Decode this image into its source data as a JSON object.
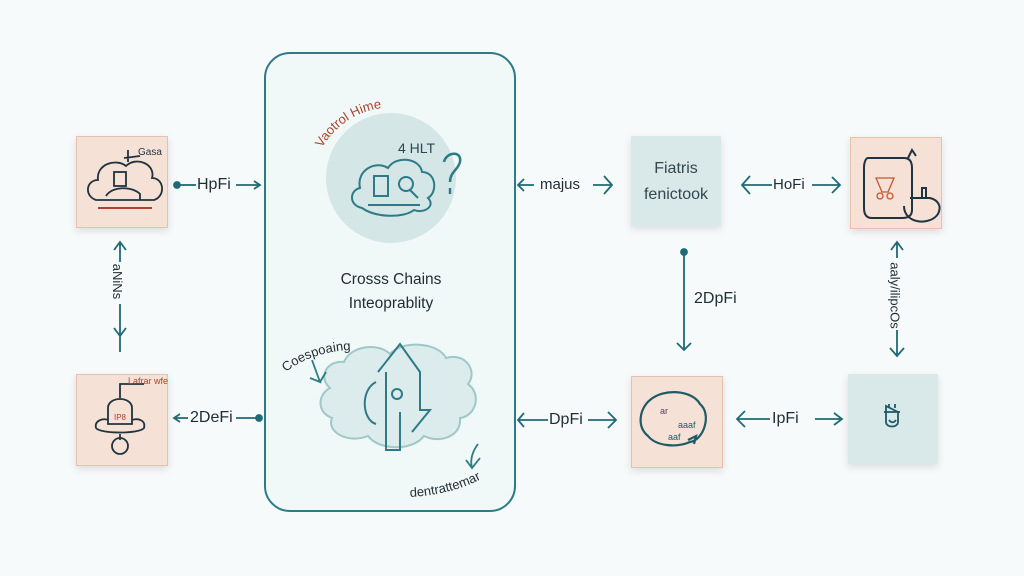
{
  "diagram": {
    "colors": {
      "background": "#f7fafb",
      "accent": "#2d7b86",
      "peach_fill": "#f5e1d6",
      "mint_fill": "#d9e9ea",
      "sketch_dark": "#1f3440",
      "sketch_red": "#a9442d",
      "text": "#1f2d33"
    },
    "center_panel": {
      "top_circle": {
        "curved_label": "Vaotrol Hime",
        "inner_label": "4 HLT",
        "icon": "cloud-brain-sketch-icon",
        "question_icon": "question-mark-icon"
      },
      "title_line1": "Crosss Chains",
      "title_line2": "Inteoprablity",
      "bottom_cloud": {
        "top_label": "Coespoaing",
        "bottom_label": "dentrattemar",
        "icon": "up-down-arrows-icon"
      }
    },
    "nodes": [
      {
        "id": "top-left",
        "style": "peach",
        "icon": "cloud-wallet-sketch-icon",
        "caption": "Gasa"
      },
      {
        "id": "bottom-left",
        "style": "peach",
        "icon": "bell-node-sketch-icon",
        "caption": "Lafrar wfe"
      },
      {
        "id": "mid-top",
        "style": "mint",
        "text_line1": "Fiatris",
        "text_line2": "fenictook"
      },
      {
        "id": "mid-bottom",
        "style": "peach",
        "icon": "loop-cloud-sketch-icon",
        "inner": [
          "ar",
          "aaaf",
          "aaf"
        ]
      },
      {
        "id": "top-right",
        "style": "peach",
        "icon": "jar-and-bowl-icon"
      },
      {
        "id": "bottom-right",
        "style": "mint",
        "icon": "shield-face-icon"
      }
    ],
    "connectors": [
      {
        "id": "top-left-to-panel",
        "label": "HpFi",
        "direction": "right"
      },
      {
        "id": "bottom-left-to-panel",
        "label": "2DeFi",
        "direction": "left"
      },
      {
        "id": "left-vertical",
        "label": "aNiNs",
        "direction": "both-vertical"
      },
      {
        "id": "panel-to-mid-top",
        "label": "majus",
        "direction": "both"
      },
      {
        "id": "mid-top-to-top-right",
        "label": "HoFi",
        "direction": "both"
      },
      {
        "id": "mid-top-to-mid-bottom",
        "label": "2DpFi",
        "direction": "down"
      },
      {
        "id": "right-vertical",
        "label": "aaly/ilipcOs",
        "direction": "both-vertical"
      },
      {
        "id": "panel-to-mid-bottom",
        "label": "DpFi",
        "direction": "both"
      },
      {
        "id": "mid-bottom-to-bottom-right",
        "label": "IpFi",
        "direction": "both"
      }
    ]
  }
}
